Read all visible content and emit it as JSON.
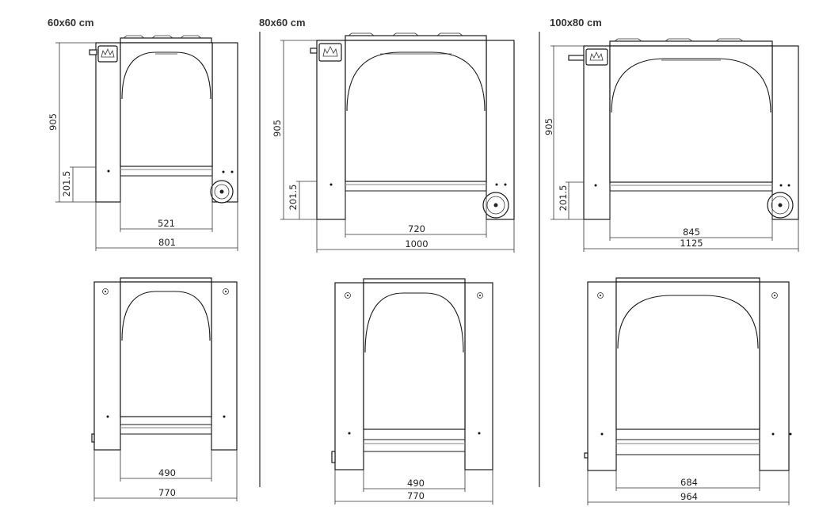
{
  "models": [
    {
      "title": "60x60 cm",
      "front": {
        "height": "905",
        "leg_height": "201.5",
        "inner_width": "521",
        "total_width": "801"
      },
      "side": {
        "inner_width": "490",
        "total_width": "770"
      }
    },
    {
      "title": "80x60 cm",
      "front": {
        "height": "905",
        "leg_height": "201.5",
        "inner_width": "720",
        "total_width": "1000"
      },
      "side": {
        "inner_width": "490",
        "total_width": "770"
      }
    },
    {
      "title": "100x80 cm",
      "front": {
        "height": "905",
        "leg_height": "201.5",
        "inner_width": "845",
        "total_width": "1125"
      },
      "side": {
        "inner_width": "684",
        "total_width": "964"
      }
    }
  ]
}
